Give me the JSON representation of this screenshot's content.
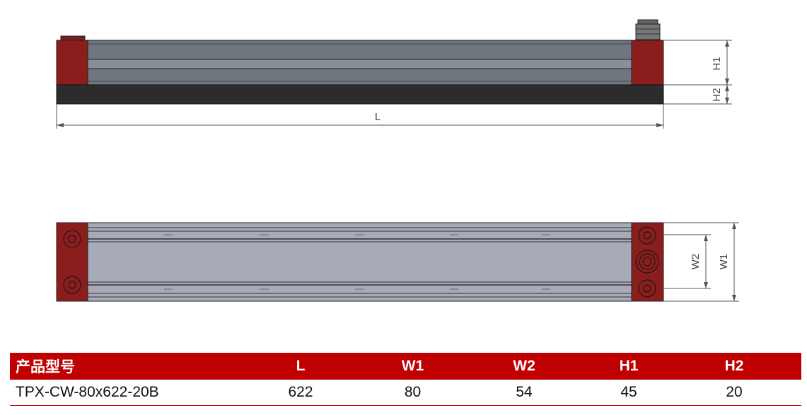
{
  "dimension_labels": {
    "length": "L",
    "height_1": "H1",
    "height_2": "H2",
    "width_1": "W1",
    "width_2": "W2"
  },
  "colors": {
    "end_block": "#8b1d1d",
    "rail": "#6f7680",
    "rail_top_view": "#a7abb7",
    "base": "#2c2c2c",
    "accent": "#c00000"
  },
  "table": {
    "headers": [
      "产品型号",
      "L",
      "W1",
      "W2",
      "H1",
      "H2"
    ],
    "rows": [
      [
        "TPX-CW-80x622-20B",
        "622",
        "80",
        "54",
        "45",
        "20"
      ]
    ]
  }
}
